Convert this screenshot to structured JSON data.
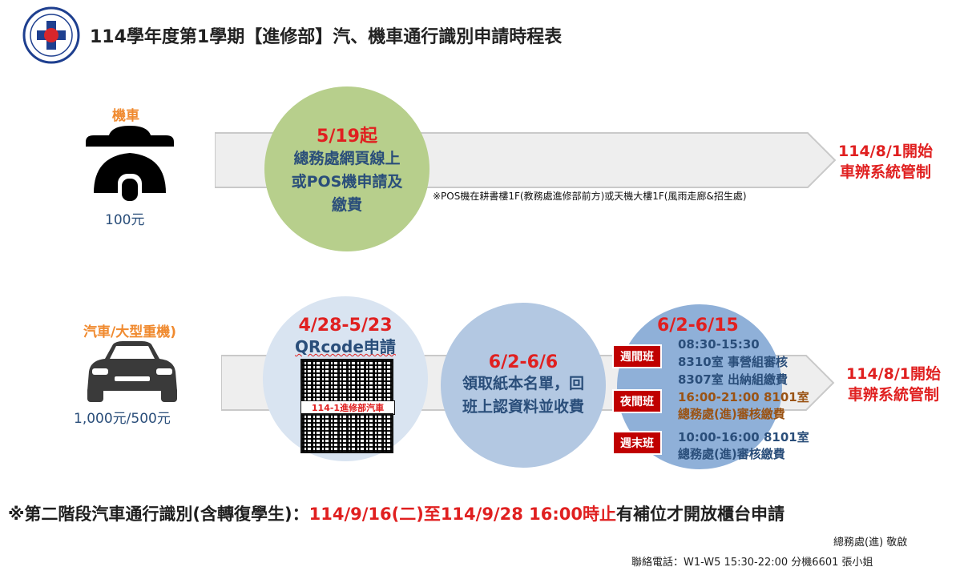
{
  "header": {
    "title": "114學年度第1學期【進修部】汽、機車通行識別申請時程表"
  },
  "motorcycle": {
    "label": "機車",
    "price": "100元",
    "step1": {
      "date": "5/19起",
      "lines": [
        "總務處網頁線上",
        "或POS機申請及",
        "繳費"
      ]
    },
    "note": "※POS機在耕書樓1F(教務處進修部前方)或天機大樓1F(風雨走廊&招生處)",
    "result": [
      "114/8/1開始",
      "車辨系統管制"
    ]
  },
  "car": {
    "label": "汽車/大型重機)",
    "price": "1,000元/500元",
    "step1": {
      "date": "4/28-5/23",
      "label": "QRcode申請",
      "qr_caption": "114-1進修部汽車"
    },
    "step2": {
      "date": "6/2-6/6",
      "lines": [
        "領取紙本名單，回",
        "班上認資料並收費"
      ]
    },
    "step3": {
      "date": "6/2-6/15",
      "weekday_tag": "週間班",
      "weekday_lines": [
        "08:30-15:30",
        "8310室 事營組審核",
        "8307室 出納組繳費"
      ],
      "night_tag": "夜間班",
      "night_lines": [
        "16:00-21:00 8101室",
        "總務處(進)審核繳費"
      ],
      "weekend_tag": "週末班",
      "weekend_lines": [
        "10:00-16:00 8101室",
        "總務處(進)審核繳費"
      ]
    },
    "result": [
      "114/8/1開始",
      "車辨系統管制"
    ]
  },
  "footer": {
    "notice_prefix": "※第二階段汽車通行識別(含轉復學生)：",
    "notice_dates": "114/9/16(二)至114/9/28 16:00時止",
    "notice_suffix": "有補位才開放櫃台申請",
    "signature": "總務處(進) 敬啟",
    "contact": "聯絡電話：W1-W5 15:30-22:00 分機6601 張小姐"
  },
  "colors": {
    "red": "#e02020",
    "blue": "#2a4e7a",
    "orange": "#f08a2f",
    "green_circle": "#b7cf8c",
    "tag_red": "#c00000"
  }
}
